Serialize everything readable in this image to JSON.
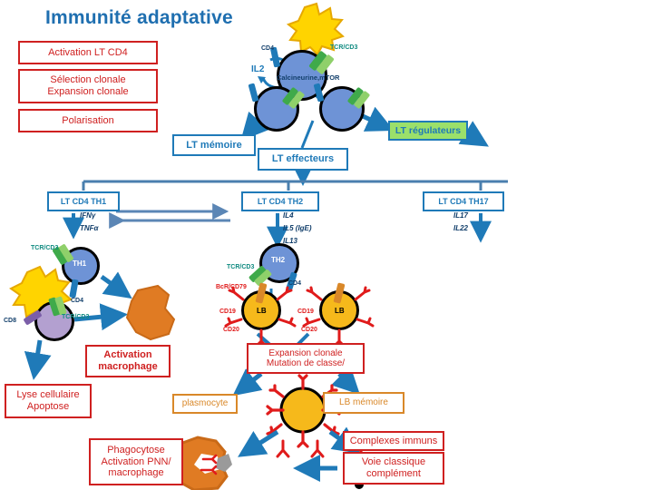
{
  "title": "Immunité adaptative",
  "left_steps": [
    {
      "id": "activation",
      "text": "Activation LT CD4"
    },
    {
      "id": "selection",
      "line1": "Sélection clonale",
      "line2": "Expansion clonale"
    },
    {
      "id": "polarisation",
      "text": "Polarisation"
    }
  ],
  "top_section": {
    "cd4_label": "CD4",
    "tcr_label": "TCR/CD3",
    "il2_label": "IL2",
    "signaling_label": "Calcineurine,mTOR"
  },
  "fate_boxes": {
    "memory": "LT mémoire",
    "effector": "LT effecteurs",
    "regulator": "LT régulateurs"
  },
  "subsets": [
    {
      "id": "th1",
      "label": "LT CD4 TH1",
      "cytokines": [
        "IFNγ",
        "TNFα"
      ]
    },
    {
      "id": "th2",
      "label": "LT CD4 TH2",
      "cytokines": [
        "IL4",
        "IL5 (IgE)",
        "IL13"
      ]
    },
    {
      "id": "th17",
      "label": "LT CD4 TH17",
      "cytokines": [
        "IL17",
        "IL22"
      ]
    }
  ],
  "cells": {
    "th1_name": "TH1",
    "th2_name": "TH2",
    "lb_name": "LB",
    "tcr": "TCR/CD3",
    "cd4": "CD4",
    "cd8": "CD8",
    "bcr": "BcR/CD79",
    "cd19": "CD19",
    "cd20": "CD20"
  },
  "outcome_boxes": {
    "macrophage_activation_l1": "Activation",
    "macrophage_activation_l2": "macrophage",
    "lysis_l1": "Lyse cellulaire",
    "lysis_l2": "Apoptose",
    "expansion_l1": "Expansion clonale",
    "expansion_l2": "Mutation de classe/",
    "plasmocyte": "plasmocyte",
    "lb_memoire": "LB mémoire",
    "phagocytose_l1": "Phagocytose",
    "phagocytose_l2": "Activation PNN/",
    "phagocytose_l3": "macrophage",
    "complexes": "Complexes immuns",
    "complement_l1": "Voie classique",
    "complement_l2": "complément"
  },
  "colors": {
    "title_blue": "#1f6fb0",
    "red": "#cf2020",
    "blue": "#1f7ab8",
    "green": "#9be06a",
    "orange": "#d98829",
    "cell_t": "#6e93d6",
    "cell_cd8": "#b3a0d0",
    "cell_b": "#f6b91b",
    "antigen_yellow": "#ffd400",
    "macrophage": "#e07b23",
    "antibody_red": "#e01b1b"
  }
}
